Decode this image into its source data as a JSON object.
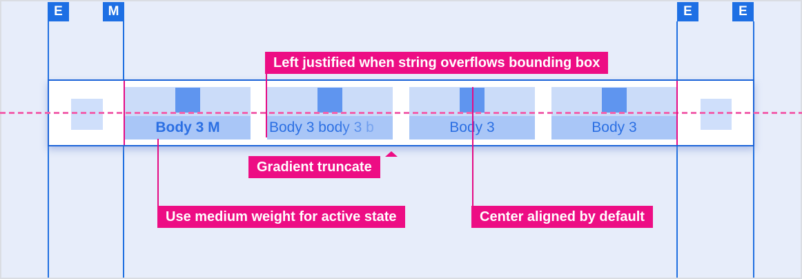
{
  "markers": [
    {
      "label": "E"
    },
    {
      "label": "M"
    },
    {
      "label": "E"
    },
    {
      "label": "E"
    }
  ],
  "tabs": [
    {
      "label": "Body 3 M",
      "weight": "medium",
      "align": "center",
      "state": "active"
    },
    {
      "label": "Body 3 body 3 b",
      "align": "left",
      "truncate": "gradient"
    },
    {
      "label": "Body 3",
      "align": "center"
    },
    {
      "label": "Body 3",
      "align": "center"
    }
  ],
  "annotations": {
    "overflow": "Left justified when string overflows bounding box",
    "gradient": "Gradient truncate",
    "medium": "Use medium weight for active state",
    "center": "Center aligned by default"
  },
  "colors": {
    "background": "#E7EDFA",
    "band_fill": "#FFFFFF",
    "band_border": "#1A63D8",
    "guide_blue": "#1F6FE0",
    "marker_blue": "#1D6FE4",
    "tab_top_fill": "#CBDCF9",
    "tab_label_fill": "#A9C6F7",
    "tab_icon_fill": "#5F95EF",
    "tab_text": "#2B6FE3",
    "annotation_pink": "#ED0D84",
    "leader_pink": "#E50B84",
    "dashed_pink": "#F161AD"
  }
}
